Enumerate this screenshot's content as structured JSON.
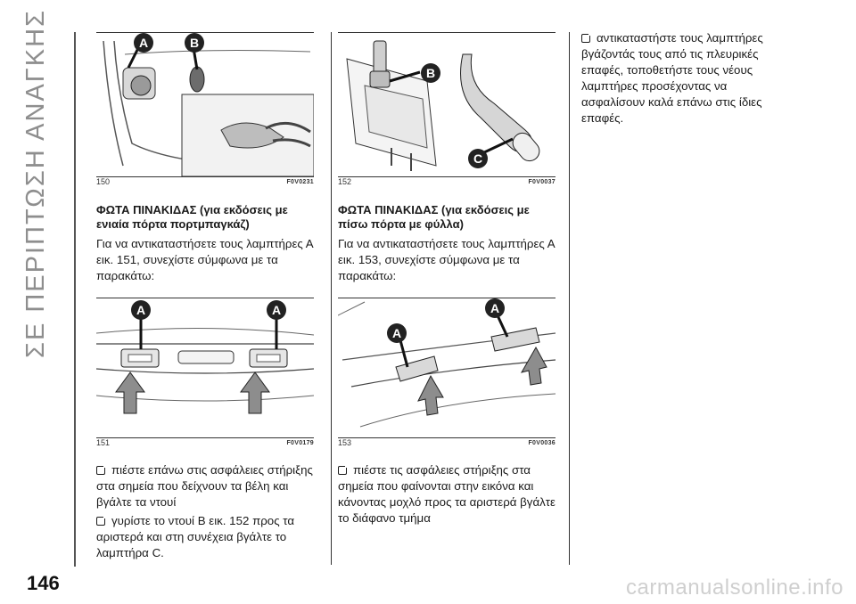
{
  "side_title": "ΣΕ ΠΕΡΙΠΤΩΣΗ ΑΝΑΓΚΗΣ",
  "page_number": "146",
  "watermark": "carmanualsonline.info",
  "figures": {
    "f150": {
      "num": "150",
      "code": "F0V0231",
      "labels": [
        "A",
        "B"
      ]
    },
    "f151": {
      "num": "151",
      "code": "F0V0179",
      "labels": [
        "A",
        "A"
      ]
    },
    "f152": {
      "num": "152",
      "code": "F0V0037",
      "labels": [
        "B",
        "C"
      ]
    },
    "f153": {
      "num": "153",
      "code": "F0V0036",
      "labels": [
        "A",
        "A"
      ]
    }
  },
  "section1": {
    "heading": "ΦΩΤΑ ΠΙΝΑΚΙΔΑΣ (για εκδόσεις με ενιαία πόρτα πορτμπαγκάζ)",
    "intro": "Για να αντικαταστήσετε τους λαμπτήρες Α εικ. 151, συνεχίστε σύμφωνα με τα παρακάτω:",
    "steps": [
      "πιέστε επάνω στις ασφάλειες στήριξης στα σημεία που δείχνουν τα βέλη και βγάλτε τα ντουί",
      "γυρίστε το ντουί Β εικ. 152 προς τα αριστερά και στη συνέχεια βγάλτε το λαμπτήρα C."
    ]
  },
  "section2": {
    "heading": "ΦΩΤΑ ΠΙΝΑΚΙΔΑΣ (για εκδόσεις με πίσω πόρτα με φύλλα)",
    "intro": "Για να αντικαταστήσετε τους λαμπτήρες Α εικ. 153, συνεχίστε σύμφωνα με τα παρακάτω:",
    "steps": [
      "πιέστε τις ασφάλειες στήριξης στα σημεία που φαίνονται στην εικόνα και κάνοντας μοχλό προς τα αριστερά βγάλτε το διάφανο τμήμα"
    ]
  },
  "section3": {
    "steps": [
      "αντικαταστήστε τους λαμπτήρες βγάζοντάς τους από τις πλευρικές επαφές, τοποθετήστε τους νέους λαμπτήρες προσέχοντας να ασφαλίσουν καλά επάνω στις ίδιες επαφές."
    ]
  }
}
